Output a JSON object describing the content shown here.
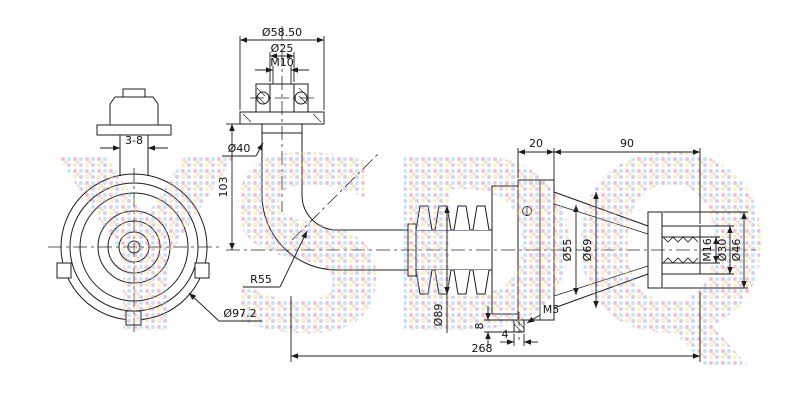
{
  "watermark_text": "YSDQ",
  "colors": {
    "line": "#1c1c1c",
    "watermark_dots": [
      "#f06eaa",
      "#6ecff0",
      "#f0dc6e",
      "#b08ef0",
      "#f0a86e"
    ]
  },
  "front_view": {
    "lug_dim": "3-8",
    "outer_dia": "Ø97.2"
  },
  "top_view": {
    "flange_dia": "Ø58.50",
    "bore_dia": "Ø25",
    "thread": "M10",
    "pipe_dia": "Ø40"
  },
  "side_view": {
    "vertical_height": "103",
    "bend_radius": "R55",
    "body_len": "20",
    "nose_len": "90",
    "bellows_dia": "Ø89",
    "neck_dia": "Ø55",
    "body_dia": "Ø69",
    "end_thread": "M16",
    "tube_dia": "Ø30",
    "collar_dia": "Ø46",
    "screw_width": "4",
    "screw_thread": "M5",
    "screw_height": "8",
    "overall_len": "268"
  }
}
